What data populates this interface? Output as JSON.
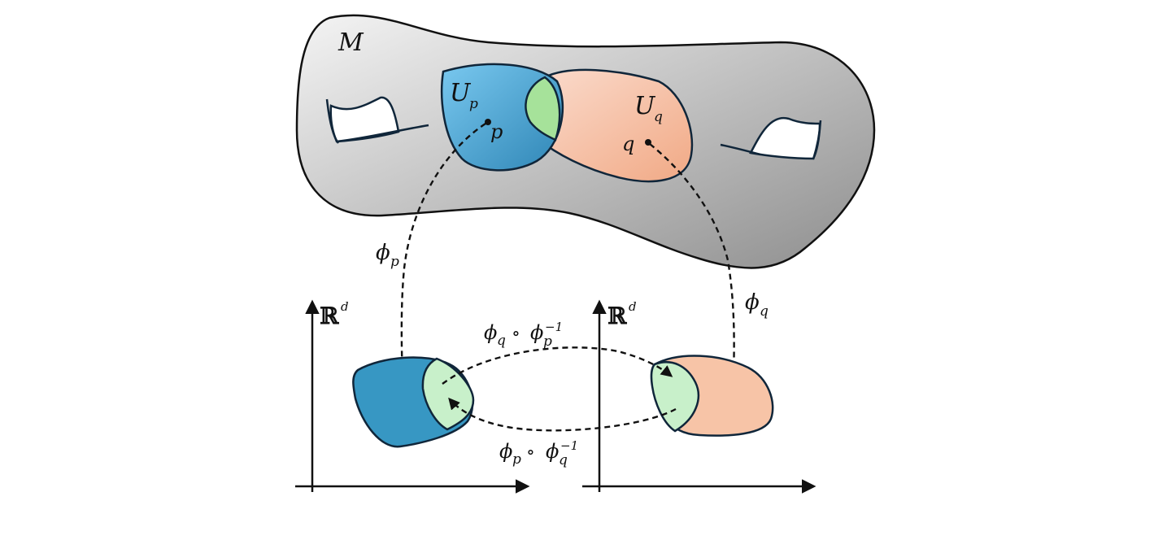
{
  "colors": {
    "manifold_light": "#f4f4f4",
    "manifold_dark": "#8e8e8e",
    "chart_p_light": "#79c8ef",
    "chart_p_dark": "#2f86b6",
    "chart_p_image": "#3797c3",
    "chart_q_light": "#fbddcf",
    "chart_q_dark": "#f1a985",
    "chart_q_image": "#f7c4a7",
    "overlap": "#a6e29a",
    "overlap_image": "#c8f0ca",
    "outline": "#10263a"
  },
  "labels": {
    "manifold": "M",
    "U": "U",
    "p_sub": "p",
    "q_sub": "q",
    "point_p": "p",
    "point_q": "q",
    "phi": "ϕ",
    "compose": "∘",
    "inverse": "−1",
    "Rd_base": "ℝ",
    "Rd_exp": "d"
  }
}
